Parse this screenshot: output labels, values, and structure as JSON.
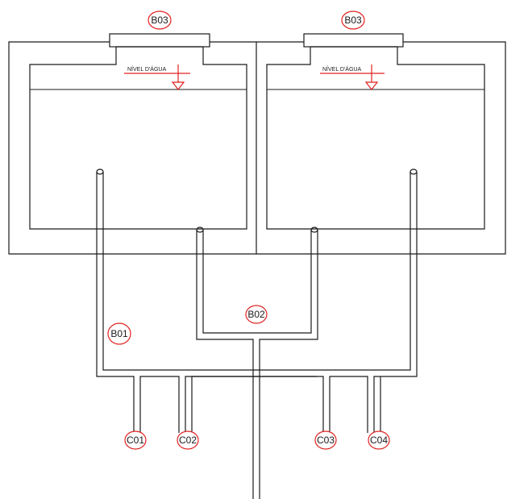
{
  "water_level_label": "NÍVEL D'ÁGUA",
  "labels": {
    "b03_left": "B03",
    "b03_right": "B03",
    "b02": "B02",
    "b01": "B01",
    "c01": "C01",
    "c02": "C02",
    "c03": "C03",
    "c04": "C04"
  },
  "colors": {
    "line": "#1a1a1a",
    "accent": "#e0211f"
  }
}
